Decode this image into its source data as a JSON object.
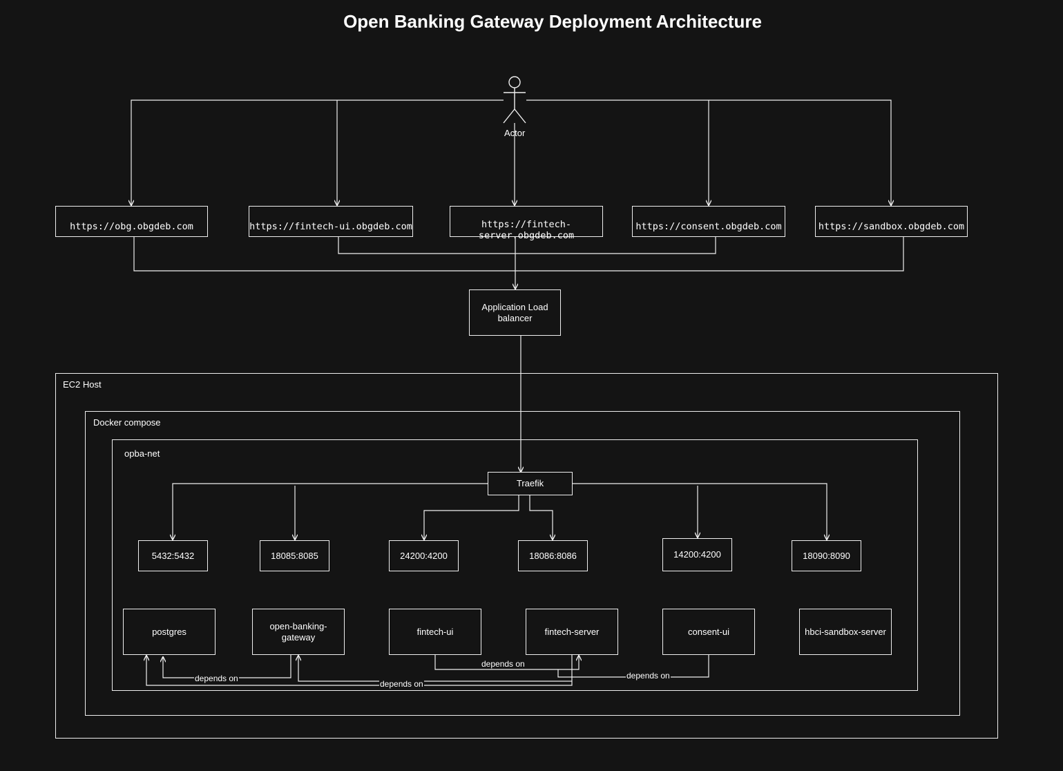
{
  "title": "Open Banking Gateway Deployment Architecture",
  "actor": {
    "label": "Actor",
    "icon": "stick-figure-icon"
  },
  "urls": [
    "https://obg.obgdeb.com",
    "https://fintech-ui.obgdeb.com",
    "https://fintech-server.obgdeb.com",
    "https://consent.obgdeb.com",
    "https://sandbox.obgdeb.com"
  ],
  "load_balancer": "Application Load balancer",
  "groups": {
    "ec2": "EC2 Host",
    "compose": "Docker compose",
    "network": "opba-net"
  },
  "traefik": "Traefik",
  "ports": [
    "5432:5432",
    "18085:8085",
    "24200:4200",
    "18086:8086",
    "14200:4200",
    "18090:8090"
  ],
  "services": [
    "postgres",
    "open-banking-gateway",
    "fintech-ui",
    "fintech-server",
    "consent-ui",
    "hbci-sandbox-server"
  ],
  "edge_labels": [
    "depends on",
    "depends on",
    "depends on",
    "depends on"
  ],
  "colors": {
    "background": "#141414",
    "line": "#f0f0f0",
    "text": "#ffffff"
  }
}
